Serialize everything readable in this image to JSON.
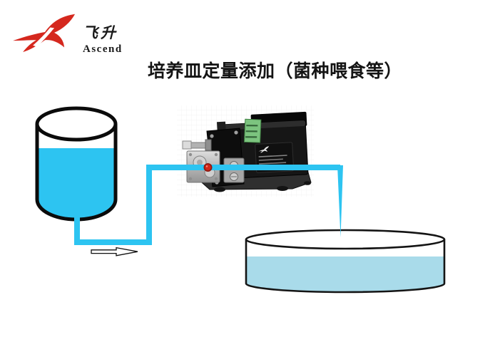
{
  "header": {
    "logo": {
      "brand_cn": "飞升",
      "brand_en": "Ascend"
    },
    "title": "培养皿定量添加（菌种喂食等）"
  },
  "colors": {
    "brand_red": "#d5281e",
    "tube_cyan": "#2dc4f1",
    "reservoir_liquid": "#2dc4f1",
    "dish_liquid": "#a9dbea",
    "outline_black": "#0b0b0b",
    "pump_green": "#7cc47f",
    "pump_inlet_red": "#d0281a",
    "arrow_fill": "#ffffff"
  },
  "diagram": {
    "components": [
      "liquid-reservoir",
      "micro-pump",
      "petri-dish"
    ],
    "flow_direction": "left-to-right"
  }
}
